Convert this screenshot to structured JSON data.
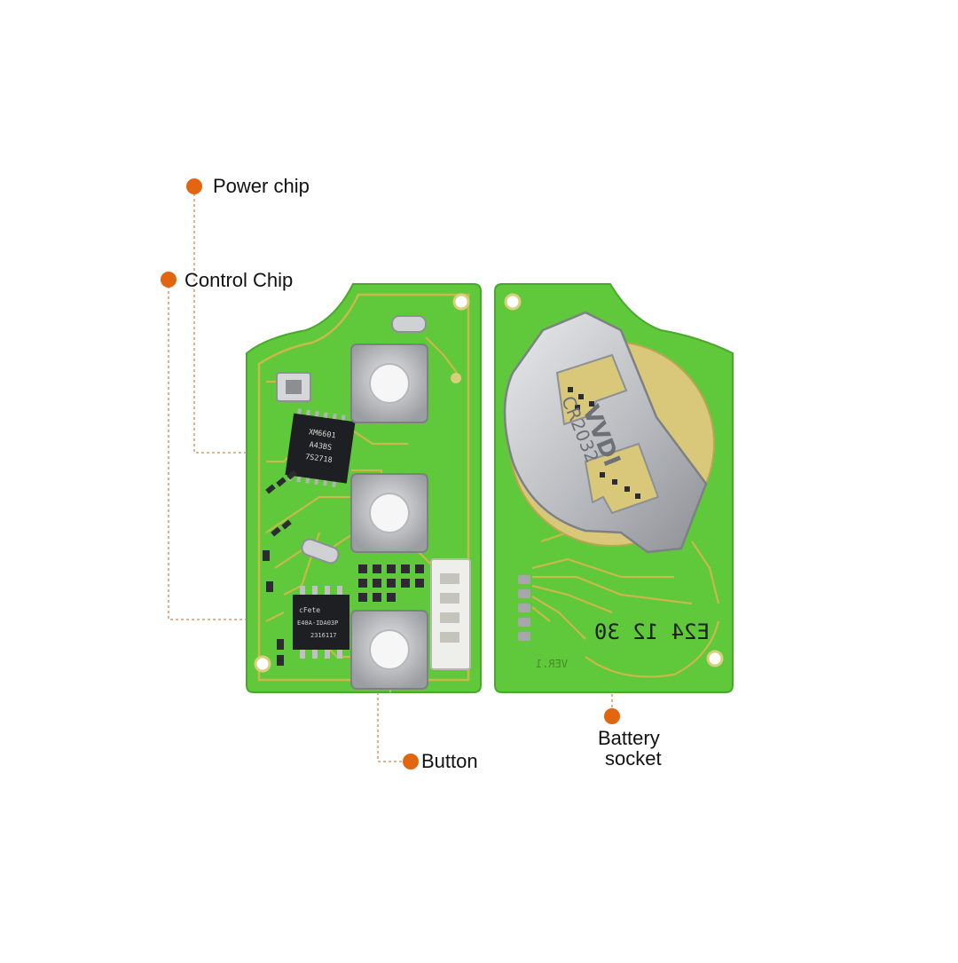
{
  "colors": {
    "pcb_green": "#5fc83b",
    "pcb_green_light": "#8fe070",
    "copper_trace": "#c9b84a",
    "metal": "#c7c9cc",
    "chip": "#1e1f22",
    "callout": "#e2650f",
    "leader": "#c98a55"
  },
  "callouts": [
    {
      "id": "power-chip",
      "label": "Power chip"
    },
    {
      "id": "control-chip",
      "label": "Control Chip"
    },
    {
      "id": "button",
      "label": "Button"
    },
    {
      "id": "battery-socket",
      "label_lines": [
        "Battery",
        "socket"
      ]
    }
  ],
  "board_markings": {
    "power_chip": [
      "XM6601",
      "A43BS",
      "7S2718"
    ],
    "control_chip": [
      "cFete",
      "E40A-IDA03P",
      "2316117"
    ],
    "battery_holder": [
      "VVDI",
      "CR2032"
    ],
    "date_code": "E24 12 30",
    "version": "VER.1"
  }
}
